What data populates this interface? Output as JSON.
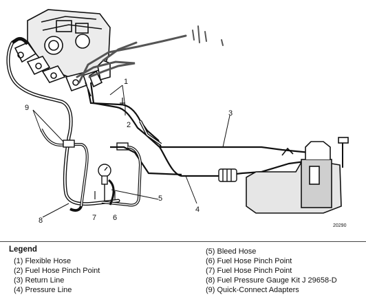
{
  "callouts": {
    "c1": "1",
    "c2": "2",
    "c3": "3",
    "c4": "4",
    "c5": "5",
    "c6": "6",
    "c7": "7",
    "c8": "8",
    "c9": "9"
  },
  "figure_id": "20290",
  "legend": {
    "title": "Legend",
    "items": [
      "(1) Flexible Hose",
      "(2) Fuel Hose Pinch Point",
      "(3) Return Line",
      "(4) Pressure Line",
      "(5) Bleed Hose",
      "(6) Fuel Hose Pinch Point",
      "(7) Fuel Hose Pinch Point",
      "(8) Fuel Pressure Gauge Kit J 29658-D",
      "(9) Quick-Connect Adapters"
    ]
  }
}
